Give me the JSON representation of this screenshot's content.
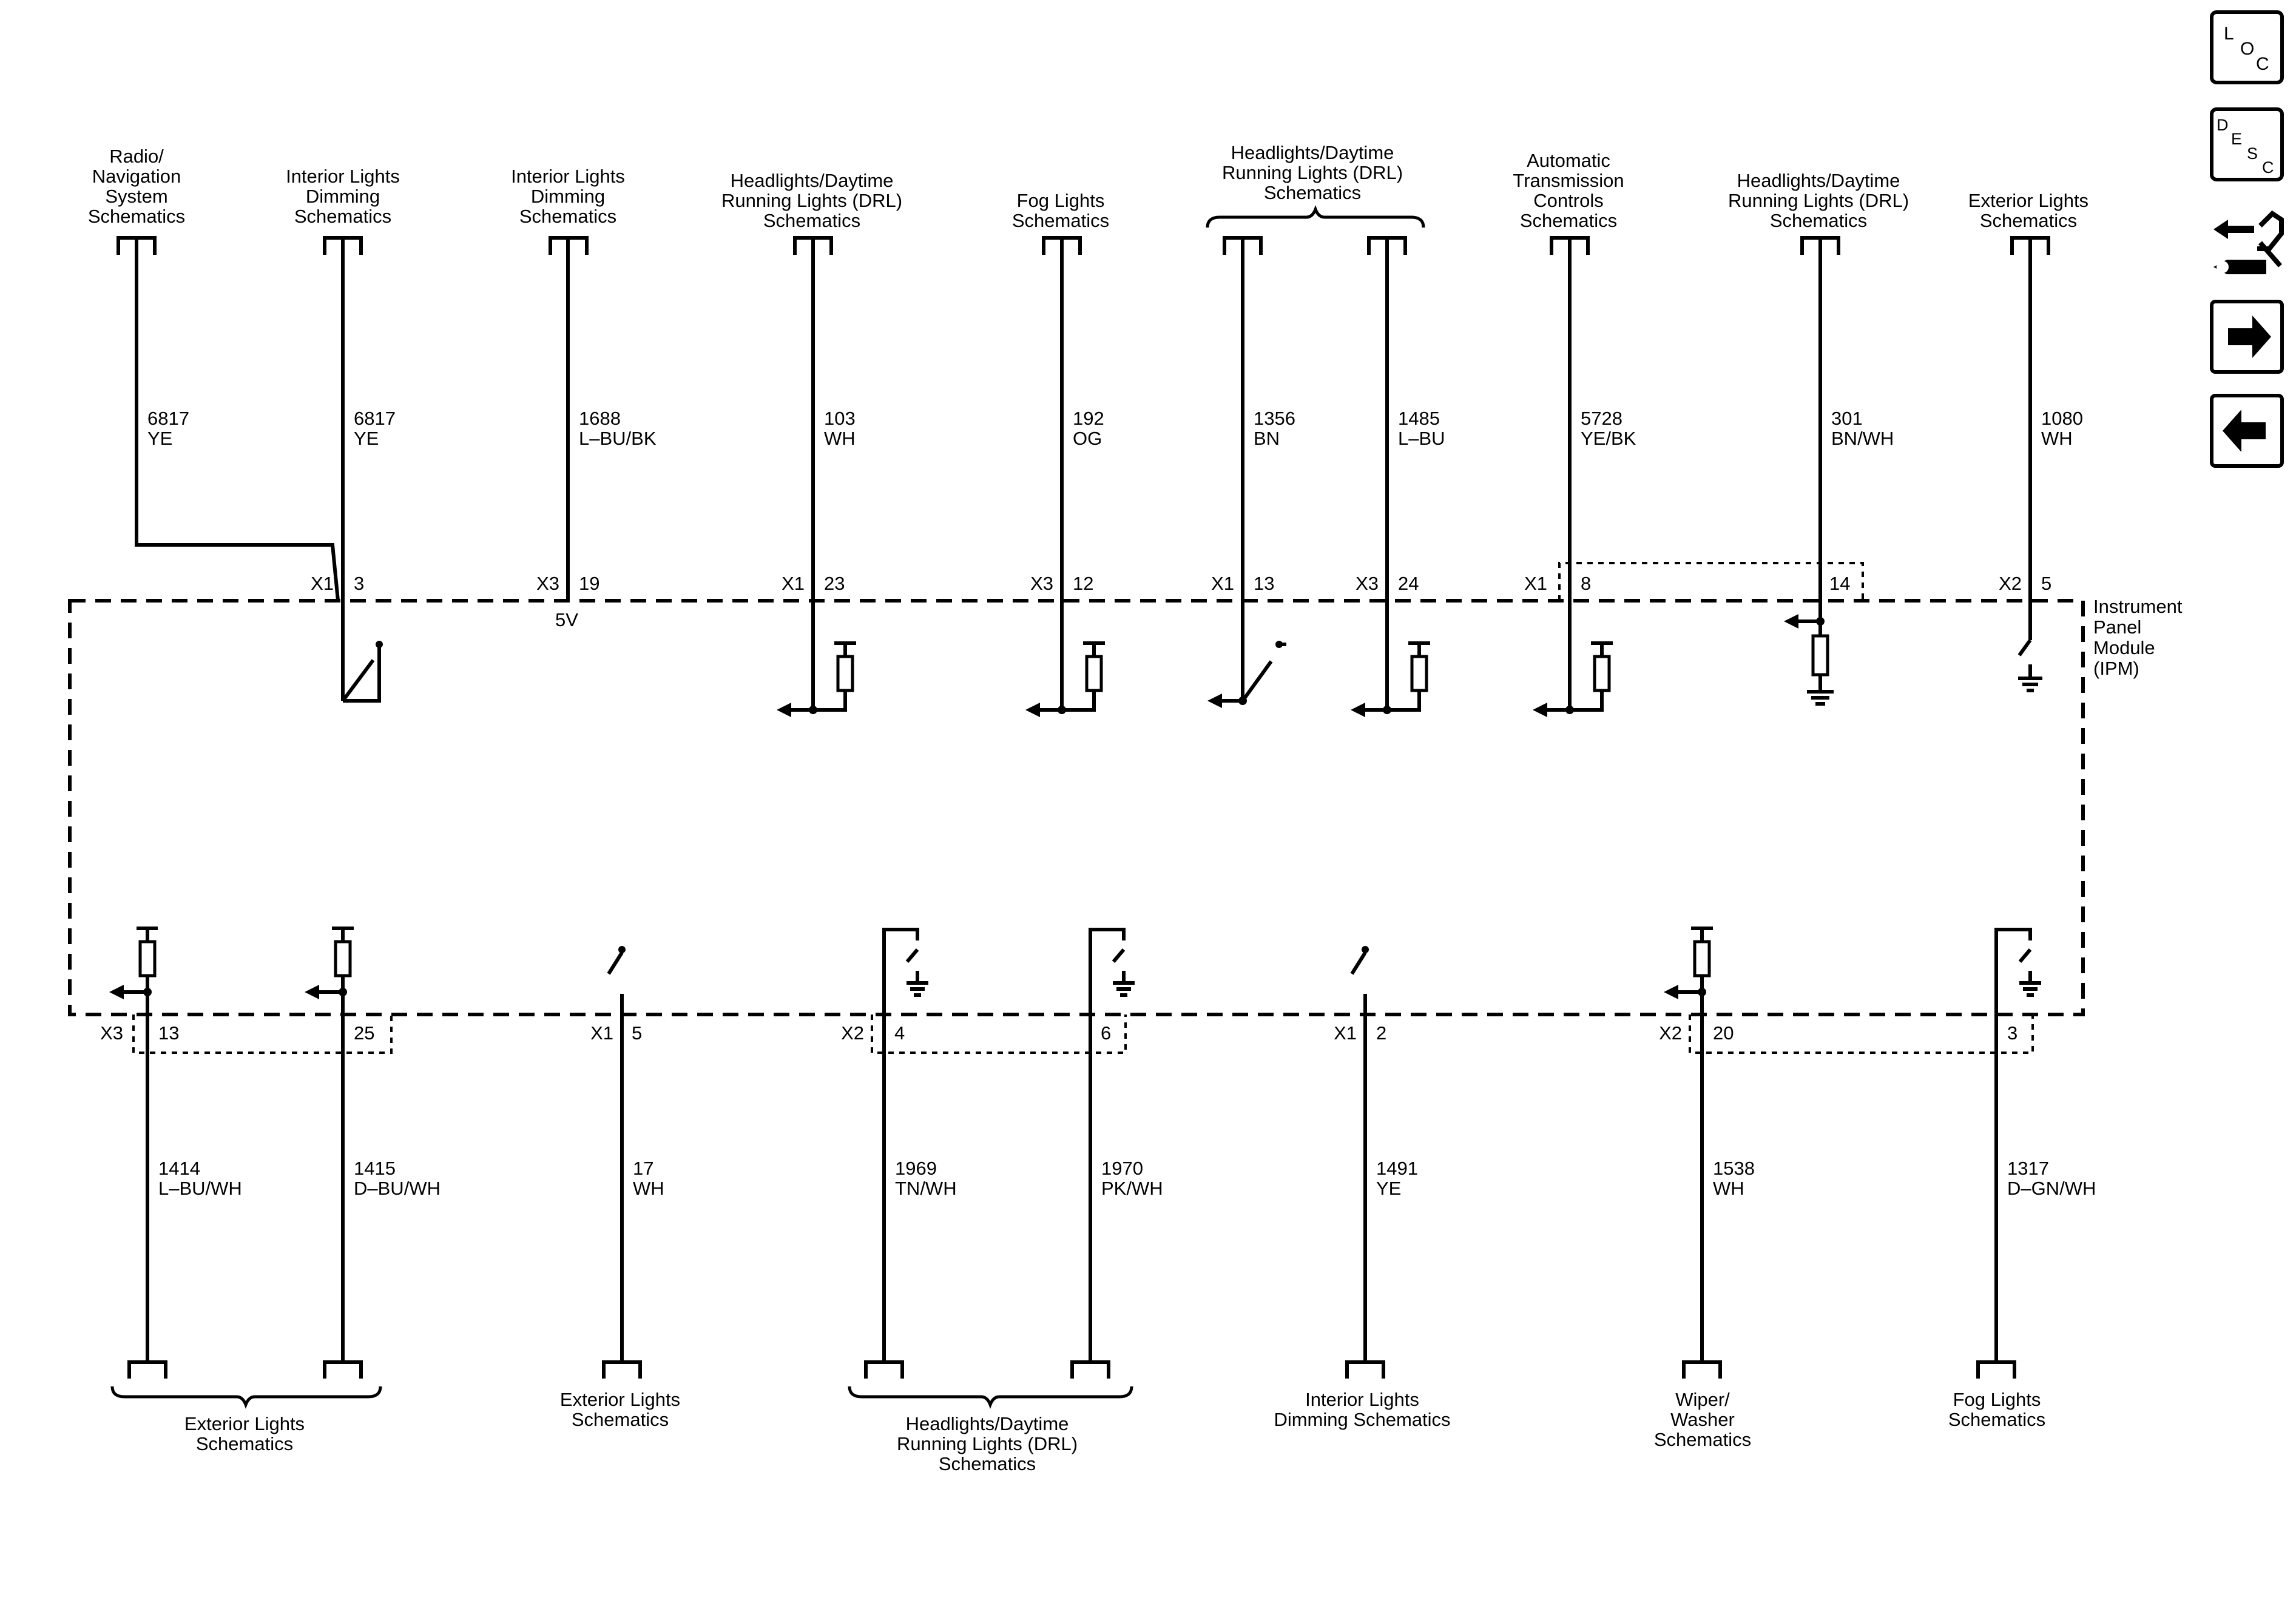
{
  "module": {
    "label_lines": [
      "Instrument",
      "Panel",
      "Module",
      "(IPM)"
    ]
  },
  "supply_label": "5V",
  "top_circuits": [
    {
      "ref": [
        "Radio/",
        "Navigation",
        "System",
        "Schematics"
      ],
      "conn": "X1",
      "pin": "3",
      "circuit": "6817",
      "color": "YE"
    },
    {
      "ref": [
        "Interior Lights",
        "Dimming",
        "Schematics"
      ],
      "conn": "",
      "pin": "",
      "circuit": "6817",
      "color": "YE"
    },
    {
      "ref": [
        "Interior Lights",
        "Dimming",
        "Schematics"
      ],
      "conn": "X3",
      "pin": "19",
      "circuit": "1688",
      "color": "L–BU/BK"
    },
    {
      "ref": [
        "Headlights/Daytime",
        "Running Lights (DRL)",
        "Schematics"
      ],
      "conn": "X1",
      "pin": "23",
      "circuit": "103",
      "color": "WH"
    },
    {
      "ref": [
        "Fog Lights",
        "Schematics"
      ],
      "conn": "X3",
      "pin": "12",
      "circuit": "192",
      "color": "OG"
    },
    {
      "ref": [],
      "conn": "X1",
      "pin": "13",
      "circuit": "1356",
      "color": "BN"
    },
    {
      "ref": [],
      "conn": "X3",
      "pin": "24",
      "circuit": "1485",
      "color": "L–BU"
    },
    {
      "ref": [
        "Automatic",
        "Transmission",
        "Controls",
        "Schematics"
      ],
      "conn": "X1",
      "pin": "8",
      "circuit": "5728",
      "color": "YE/BK"
    },
    {
      "ref": [
        "Headlights/Daytime",
        "Running Lights (DRL)",
        "Schematics"
      ],
      "conn": "",
      "pin": "14",
      "circuit": "301",
      "color": "BN/WH"
    },
    {
      "ref": [
        "Exterior Lights",
        "Schematics"
      ],
      "conn": "X2",
      "pin": "5",
      "circuit": "1080",
      "color": "WH"
    }
  ],
  "top_group_ref": [
    "Headlights/Daytime",
    "Running Lights (DRL)",
    "Schematics"
  ],
  "bottom_circuits": [
    {
      "conn": "X3",
      "pin": "13",
      "circuit": "1414",
      "color": "L–BU/WH"
    },
    {
      "conn": "",
      "pin": "25",
      "circuit": "1415",
      "color": "D–BU/WH"
    },
    {
      "conn": "X1",
      "pin": "5",
      "circuit": "17",
      "color": "WH"
    },
    {
      "conn": "X2",
      "pin": "4",
      "circuit": "1969",
      "color": "TN/WH"
    },
    {
      "conn": "",
      "pin": "6",
      "circuit": "1970",
      "color": "PK/WH"
    },
    {
      "conn": "X1",
      "pin": "2",
      "circuit": "1491",
      "color": "YE"
    },
    {
      "conn": "X2",
      "pin": "20",
      "circuit": "1538",
      "color": "WH"
    },
    {
      "conn": "",
      "pin": "3",
      "circuit": "1317",
      "color": "D–GN/WH"
    }
  ],
  "bottom_refs": [
    {
      "lines": [
        "Exterior Lights",
        "Schematics"
      ]
    },
    {
      "lines": [
        "Exterior Lights",
        "Schematics"
      ]
    },
    {
      "lines": [
        "Headlights/Daytime",
        "Running Lights (DRL)",
        "Schematics"
      ]
    },
    {
      "lines": [
        "Interior Lights",
        "Dimming Schematics"
      ]
    },
    {
      "lines": [
        "Wiper/",
        "Washer",
        "Schematics"
      ]
    },
    {
      "lines": [
        "Fog Lights",
        "Schematics"
      ]
    }
  ],
  "nav": {
    "loc": {
      "l1": "L",
      "l2": "O",
      "l3": "C",
      "icon": "loc-icon"
    },
    "desc": {
      "l1": "D",
      "l2": "E",
      "l3": "S",
      "l4": "C",
      "icon": "desc-icon"
    },
    "connector_icon": "connector-wrench-icon",
    "next_icon": "arrow-right-icon",
    "prev_icon": "arrow-left-icon"
  }
}
